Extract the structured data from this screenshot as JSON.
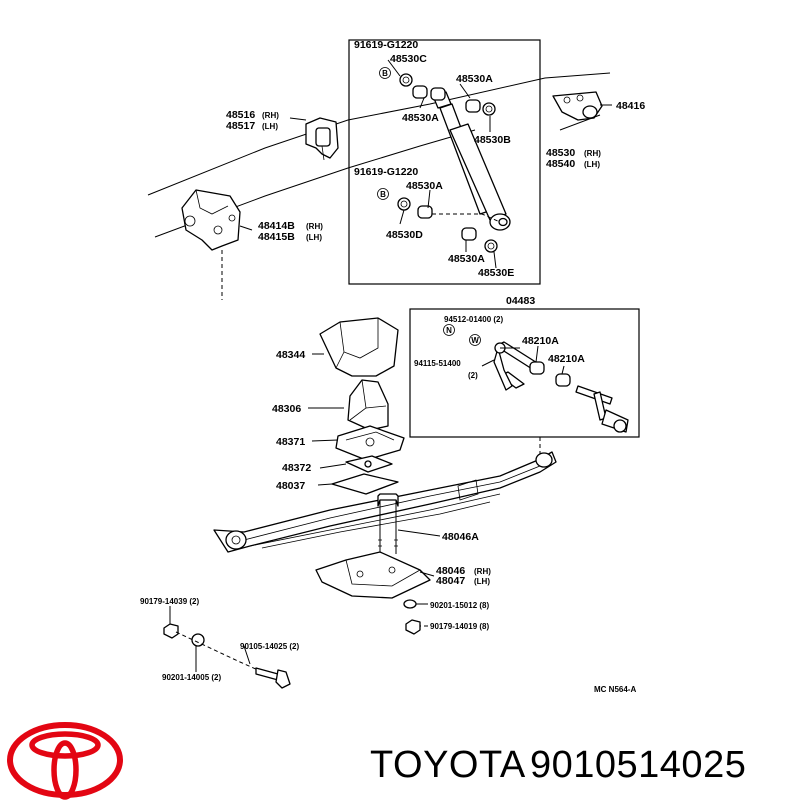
{
  "labels": {
    "l91619a": "91619-G1220",
    "l48530c": "48530C",
    "l48530a_1": "48530A",
    "l48530a_2": "48530A",
    "l48416": "48416",
    "l48516": "48516",
    "l48516_rh": "(RH)",
    "l48517": "48517",
    "l48517_lh": "(LH)",
    "l48530b": "48530B",
    "l48530": "48530",
    "l48530_rh": "(RH)",
    "l48540": "48540",
    "l48540_lh": "(LH)",
    "l91619b": "91619-G1220",
    "l48530a_3": "48530A",
    "l48414b": "48414B",
    "l48414b_rh": "(RH)",
    "l48415b": "48415B",
    "l48415b_lh": "(LH)",
    "l48530d": "48530D",
    "l48530a_4": "48530A",
    "l48530e": "48530E",
    "l04483": "04483",
    "l94512": "94512-01400 (2)",
    "l48210a_1": "48210A",
    "l48210a_2": "48210A",
    "l94115": "94115-51400",
    "l94115_qty": "(2)",
    "l48344": "48344",
    "l48306": "48306",
    "l48371": "48371",
    "l48372": "48372",
    "l48037": "48037",
    "l48046a": "48046A",
    "l48046": "48046",
    "l48046_rh": "(RH)",
    "l48047": "48047",
    "l48047_lh": "(LH)",
    "l90201_15012": "90201-15012 (8)",
    "l90179_14019": "90179-14019 (8)",
    "l90179_14039": "90179-14039 (2)",
    "l90105_14025": "90105-14025 (2)",
    "l90201_14005": "90201-14005 (2)",
    "l_fig": "MC N564-A",
    "sym_b1": "B",
    "sym_b2": "B",
    "sym_n": "N",
    "sym_w": "W"
  },
  "brand": {
    "name": "TOYOTA",
    "part_number": "9010514025",
    "logo_color": "#e30613"
  }
}
